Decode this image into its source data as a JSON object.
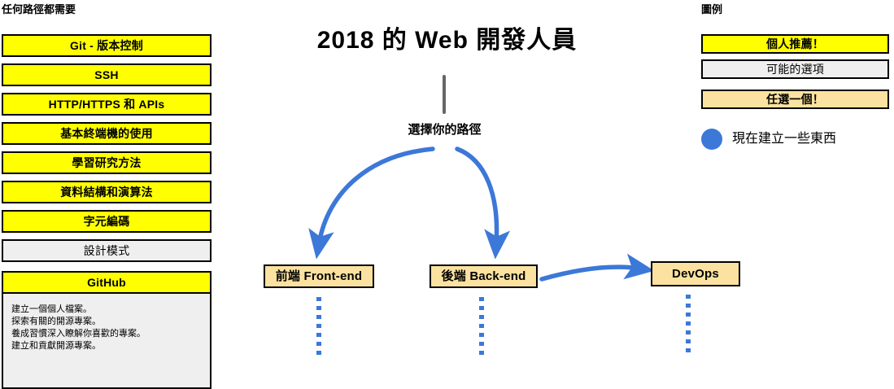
{
  "title": "2018 的 Web 開發人員",
  "choose_path_label": "選擇你的路徑",
  "left_column": {
    "heading": "任何路徑都需要",
    "items": [
      {
        "label": "Git - 版本控制",
        "style": "yellow"
      },
      {
        "label": "SSH",
        "style": "yellow"
      },
      {
        "label": "HTTP/HTTPS 和 APIs",
        "style": "yellow"
      },
      {
        "label": "基本終端機的使用",
        "style": "yellow"
      },
      {
        "label": "學習研究方法",
        "style": "yellow"
      },
      {
        "label": "資料結構和演算法",
        "style": "yellow"
      },
      {
        "label": "字元編碼",
        "style": "yellow"
      },
      {
        "label": "設計模式",
        "style": "gray"
      },
      {
        "label": "GitHub",
        "style": "yellow"
      }
    ],
    "github_detail": [
      "建立一個個人檔案。",
      "探索有關的開源專案。",
      "養成習慣深入瞭解你喜歡的專案。",
      "建立和貢獻開源專案。"
    ]
  },
  "nodes": [
    {
      "label": "前端 Front-end"
    },
    {
      "label": "後端 Back-end"
    },
    {
      "label": "DevOps"
    }
  ],
  "legend": {
    "heading": "圖例",
    "items": [
      {
        "label": "個人推薦！",
        "style": "yellow"
      },
      {
        "label": "可能的選項",
        "style": "gray"
      },
      {
        "label": "任選一個！",
        "style": "orange"
      }
    ],
    "build_label": "現在建立一些東西"
  },
  "colors": {
    "recommended": "#FFFF00",
    "optional": "#EFEFEF",
    "pick_one": "#FCE2A0",
    "accent_blue": "#3C78D8",
    "stem_gray": "#666666",
    "border": "#000000"
  }
}
